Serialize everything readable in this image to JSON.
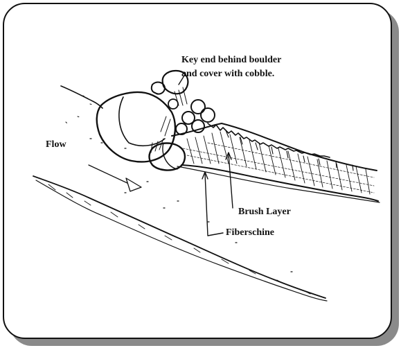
{
  "labels": {
    "note_line1": "Key end behind boulder",
    "note_line2": "and cover with cobble.",
    "flow": "Flow",
    "brush_layer": "Brush Layer",
    "fiberschine": "Fiberschine"
  },
  "colors": {
    "ink": "#111111",
    "shadow": "#8a8a8a",
    "background": "#ffffff"
  }
}
